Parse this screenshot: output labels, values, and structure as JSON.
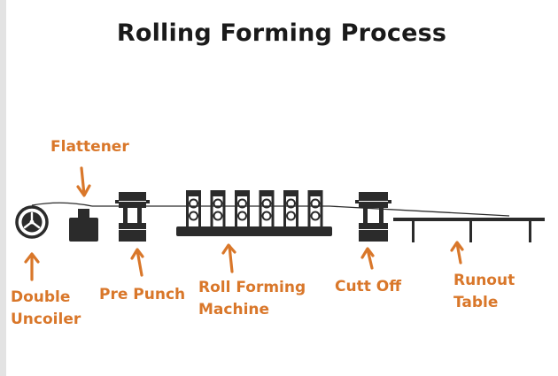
{
  "title": "Rolling Forming Process",
  "colors": {
    "label": "#d9772a",
    "machine": "#2b2b2b",
    "title": "#1a1a1a"
  },
  "labels": {
    "flattener": "Flattener",
    "double_uncoiler": [
      "Double",
      "Uncoiler"
    ],
    "pre_punch": "Pre Punch",
    "roll_forming_machine": [
      "Roll Forming",
      "Machine"
    ],
    "cutt_off": "Cutt Off",
    "runout_table": [
      "Runout",
      "Table"
    ]
  }
}
